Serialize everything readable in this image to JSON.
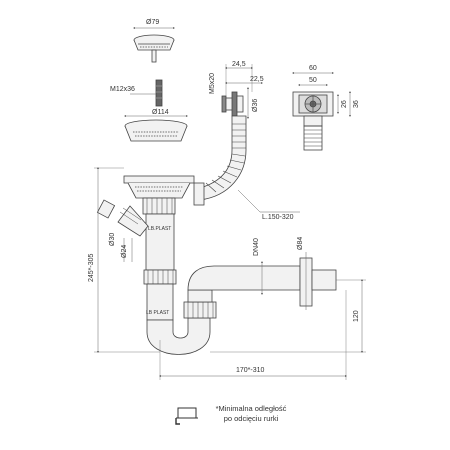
{
  "dims": {
    "strainer_d": "Ø79",
    "bolt": "M12x36",
    "basket_d": "Ø114",
    "m5": "M5x20",
    "w245": "24,5",
    "w225": "22,5",
    "d36": "Ø36",
    "ov_w60": "60",
    "ov_w50": "50",
    "ov_h26": "26",
    "ov_h36": "36",
    "hose_len": "L.150-320",
    "d30": "Ø30",
    "d24": "Ø24",
    "dn40": "DN40",
    "d84": "Ø84",
    "height": "245*-305",
    "width": "170*-310",
    "h120": "120"
  },
  "brand_marks": [
    "LB.PLAST",
    "LB PLAST"
  ],
  "note": {
    "line1": "*Minimalna odległość",
    "line2": "po odcięciu rurki"
  },
  "colors": {
    "line": "#444444",
    "dim_line": "#666666",
    "fill": "#f2f2f2",
    "dark": "#555555"
  }
}
